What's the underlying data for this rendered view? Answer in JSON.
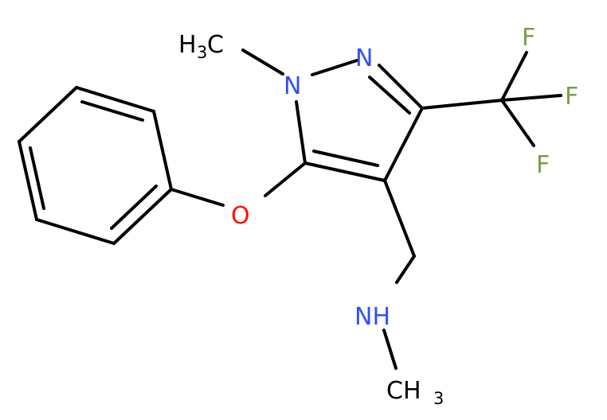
{
  "molecule": {
    "atoms": {
      "n1": "N",
      "n2": "N",
      "o": "O",
      "nh": "NH",
      "f1": "F",
      "f2": "F",
      "f3": "F",
      "ch3_top": "H",
      "ch3_top_sub": "3",
      "ch3_top_c": "C",
      "ch3_bottom": "CH",
      "ch3_bottom_sub": "3"
    },
    "colors": {
      "carbon_bond": "#000000",
      "nitrogen": "#3050f8",
      "oxygen": "#ff0d0d",
      "fluorine": "#78a040",
      "methyl": "#000000"
    }
  }
}
